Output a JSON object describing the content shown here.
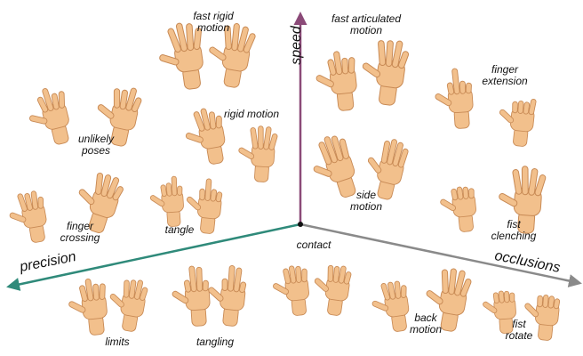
{
  "axes": {
    "speed": {
      "label": "speed",
      "color": "#8b4a78"
    },
    "precision": {
      "label": "precision",
      "color": "#2f8a7a"
    },
    "occlusions": {
      "label": "occlusions",
      "color": "#8a8a8a"
    }
  },
  "skin": {
    "fill": "#f2c08c",
    "stroke": "#c88a55"
  },
  "groups": [
    {
      "id": "fast-rigid-motion",
      "label": "fast rigid\nmotion"
    },
    {
      "id": "fast-articulated-motion",
      "label": "fast articulated\nmotion"
    },
    {
      "id": "finger-extension",
      "label": "finger\nextension"
    },
    {
      "id": "unlikely-poses",
      "label": "unlikely\nposes"
    },
    {
      "id": "rigid-motion",
      "label": "rigid motion"
    },
    {
      "id": "side-motion",
      "label": "side\nmotion"
    },
    {
      "id": "fist-clenching",
      "label": "fist\nclenching"
    },
    {
      "id": "finger-crossing",
      "label": "finger\ncrossing"
    },
    {
      "id": "tangle",
      "label": "tangle"
    },
    {
      "id": "contact",
      "label": "contact"
    },
    {
      "id": "limits",
      "label": "limits"
    },
    {
      "id": "tangling",
      "label": "tangling"
    },
    {
      "id": "back-motion",
      "label": "back\nmotion"
    },
    {
      "id": "fist-rotate",
      "label": "fist\nrotate"
    }
  ]
}
